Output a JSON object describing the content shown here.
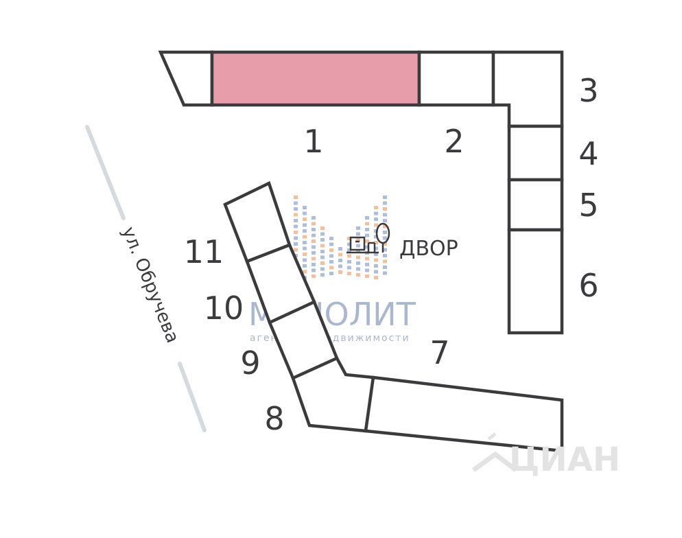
{
  "plan": {
    "sections": [
      {
        "label": "1",
        "highlighted": true
      },
      {
        "label": "2",
        "highlighted": false
      },
      {
        "label": "3",
        "highlighted": false
      },
      {
        "label": "4",
        "highlighted": false
      },
      {
        "label": "5",
        "highlighted": false
      },
      {
        "label": "6",
        "highlighted": false
      },
      {
        "label": "7",
        "highlighted": false
      },
      {
        "label": "8",
        "highlighted": false
      },
      {
        "label": "9",
        "highlighted": false
      },
      {
        "label": "10",
        "highlighted": false
      },
      {
        "label": "11",
        "highlighted": false
      }
    ],
    "highlight_color": "#e79eaa",
    "outline_color": "#3b3a3d",
    "yard_label": "ДВОР",
    "yard_icon": "yard-tree-bench-icon",
    "street_label": "ул. Обручева"
  },
  "watermark": {
    "title": "МОНОЛИТ",
    "subtitle": "агентство недвижимости",
    "corner": "ЦИАН",
    "corner_icon": "cian-house-icon"
  }
}
